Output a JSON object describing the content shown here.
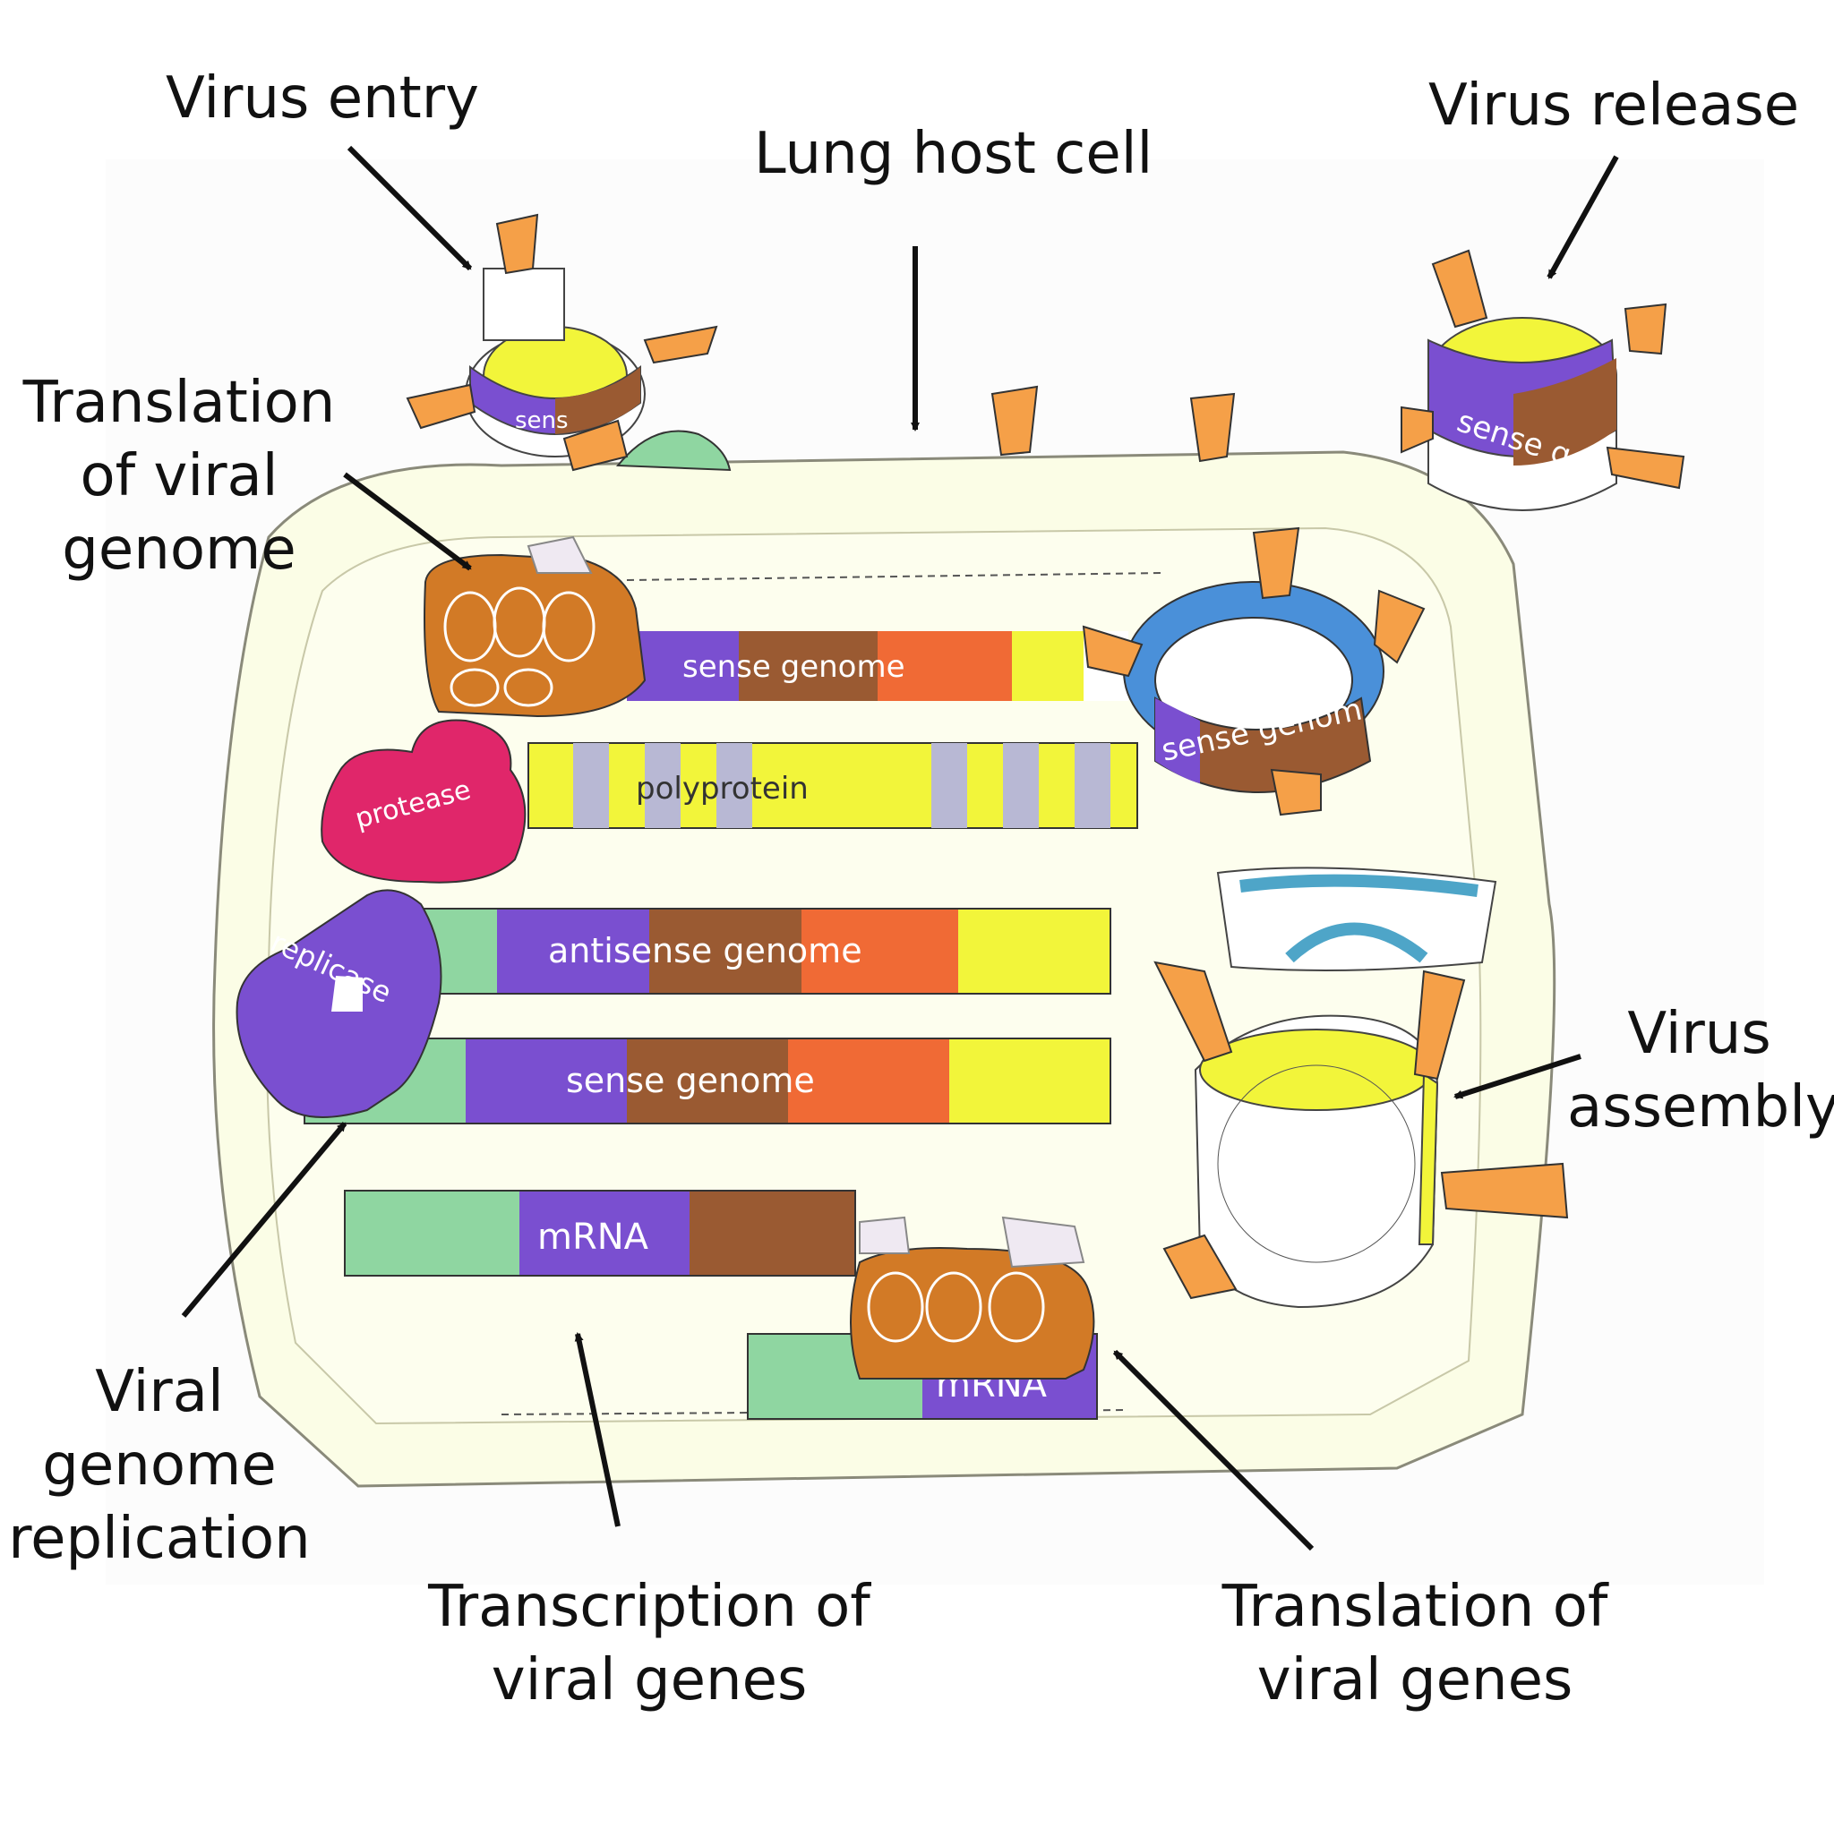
{
  "labels": {
    "virus_entry": "Virus entry",
    "lung_host_cell": "Lung host cell",
    "virus_release": "Virus release",
    "translation_viral_genome": [
      "Translation",
      "of viral",
      "genome"
    ],
    "viral_genome_replication": [
      "Viral",
      "genome",
      "replication"
    ],
    "virus_assembly": [
      "Virus",
      "assembly"
    ],
    "transcription": [
      "Transcription of",
      "viral genes"
    ],
    "translation_viral_genes": [
      "Translation of",
      "viral genes"
    ]
  },
  "strips": {
    "sense_genome_top": "sense genome",
    "polyprotein": "polyprotein",
    "antisense_genome": "antisense genome",
    "sense_genome_lower": "sense genome",
    "mrna_upper": "mRNA",
    "mrna_lower": "mRNA",
    "virus_ring_top_right": "sense gen",
    "virus_ring_center": "sense genom",
    "virus_ring_entry": "sens"
  },
  "enzymes": {
    "protease": "protease",
    "replicase": "replicase"
  },
  "colors": {
    "cell_fill": "#fbfde6",
    "green": "#8fd6a1",
    "purple": "#7a4fd0",
    "brown": "#9a5a32",
    "orange": "#f06a35",
    "yellow": "#f2f53a",
    "gray_stripe": "#b8b8d4",
    "protease": "#e0266a",
    "ribosome": "#d27a26",
    "spike": "#f5a048",
    "blue": "#4a90d9"
  }
}
